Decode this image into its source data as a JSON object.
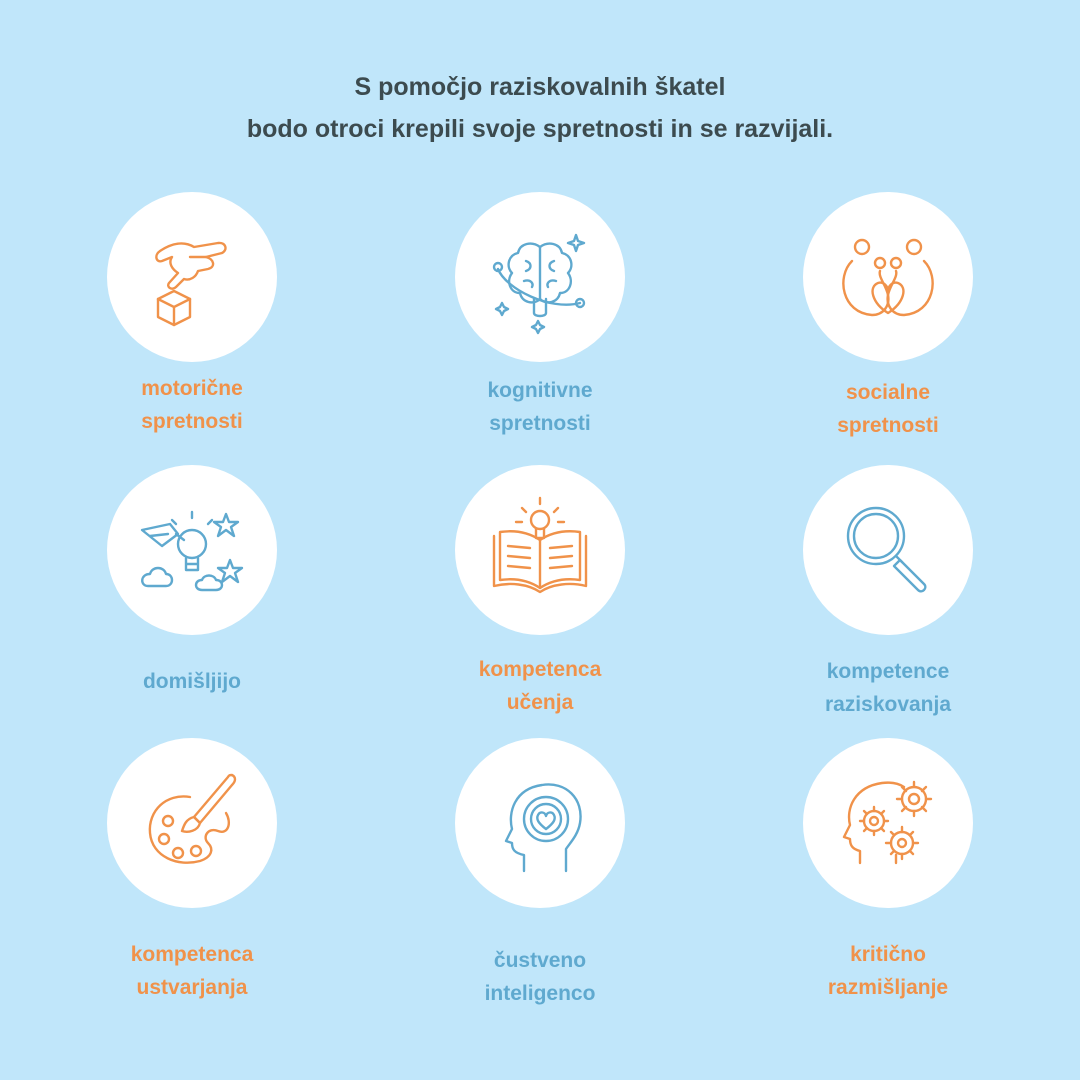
{
  "headline": {
    "line1": "S pomočjo raziskovalnih škatel",
    "line2": "bodo otroci krepili svoje spretnosti in se razvijali."
  },
  "skills": [
    {
      "line1": "motorične",
      "line2": "spretnosti",
      "icon": "hand-cube-icon",
      "color": "#f0924a"
    },
    {
      "line1": "kognitivne",
      "line2": "spretnosti",
      "icon": "brain-icon",
      "color": "#5fa9cf"
    },
    {
      "line1": "socialne",
      "line2": "spretnosti",
      "icon": "family-heart-icon",
      "color": "#f0924a"
    },
    {
      "line1": "domišljijo",
      "line2": "",
      "icon": "idea-rocket-icon",
      "color": "#5fa9cf"
    },
    {
      "line1": "kompetenca",
      "line2": "učenja",
      "icon": "book-lightbulb-icon",
      "color": "#f0924a"
    },
    {
      "line1": "kompetence",
      "line2": "raziskovanja",
      "icon": "magnifier-icon",
      "color": "#5fa9cf"
    },
    {
      "line1": "kompetenca",
      "line2": "ustvarjanja",
      "icon": "palette-icon",
      "color": "#f0924a"
    },
    {
      "line1": "čustveno",
      "line2": "inteligenco",
      "icon": "head-heart-icon",
      "color": "#5fa9cf"
    },
    {
      "line1": "kritično",
      "line2": "razmišljanje",
      "icon": "head-gears-icon",
      "color": "#f0924a"
    }
  ]
}
